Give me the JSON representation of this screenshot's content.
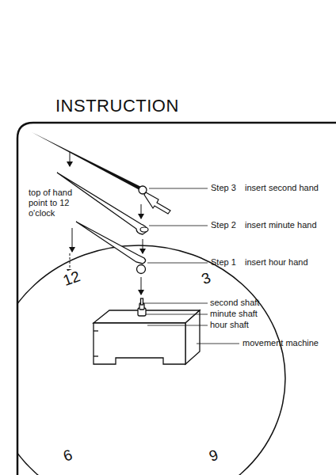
{
  "diagram": {
    "title": "INSTRUCTION",
    "labels": [
      "top of hand point to 12 o'clock",
      "Step 3",
      "insert second hand",
      "Step 2",
      "insert minute hand",
      "Step 1",
      "insert hour hand",
      "second shaft",
      "minute shaft",
      "hour shaft",
      "movement machine",
      "12",
      "3",
      "9",
      "6"
    ]
  }
}
